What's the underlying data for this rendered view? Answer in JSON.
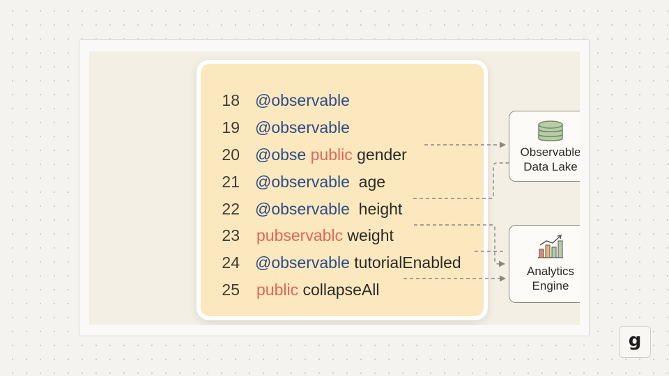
{
  "code_lines": [
    {
      "num": "18",
      "tokens": [
        {
          "text": "@observable",
          "style": "blue"
        }
      ]
    },
    {
      "num": "19",
      "tokens": [
        {
          "text": "@observable",
          "style": "blue"
        }
      ]
    },
    {
      "num": "20",
      "tokens": [
        {
          "text": "@obse",
          "style": "blue"
        },
        {
          "text": " public",
          "style": "red"
        },
        {
          "text": " gender",
          "style": "plain"
        }
      ]
    },
    {
      "num": "21",
      "tokens": [
        {
          "text": "@observable",
          "style": "blue"
        },
        {
          "text": "  age",
          "style": "plain"
        }
      ]
    },
    {
      "num": "22",
      "tokens": [
        {
          "text": "@observable",
          "style": "blue"
        },
        {
          "text": "  height",
          "style": "plain"
        }
      ]
    },
    {
      "num": "23",
      "tokens": [
        {
          "text": "pubservablc",
          "style": "red"
        },
        {
          "text": " weight",
          "style": "plain"
        }
      ]
    },
    {
      "num": "24",
      "tokens": [
        {
          "text": "@observable",
          "style": "blue"
        },
        {
          "text": " tutorialEnabled",
          "style": "plain"
        }
      ]
    },
    {
      "num": "25",
      "tokens": [
        {
          "text": "public",
          "style": "red"
        },
        {
          "text": " collapseAll",
          "style": "plain"
        }
      ]
    }
  ],
  "nodes": {
    "data_lake": {
      "label": "Observable\nData Lake",
      "icon": "database-icon"
    },
    "analytics": {
      "label": "Analytics\nEngine",
      "icon": "bar-chart-trend-icon"
    }
  },
  "logo": {
    "text": "g"
  },
  "colors": {
    "keyword_blue": "#2d4b86",
    "keyword_red": "#e2645a",
    "card_fill": "#fbe8be"
  }
}
